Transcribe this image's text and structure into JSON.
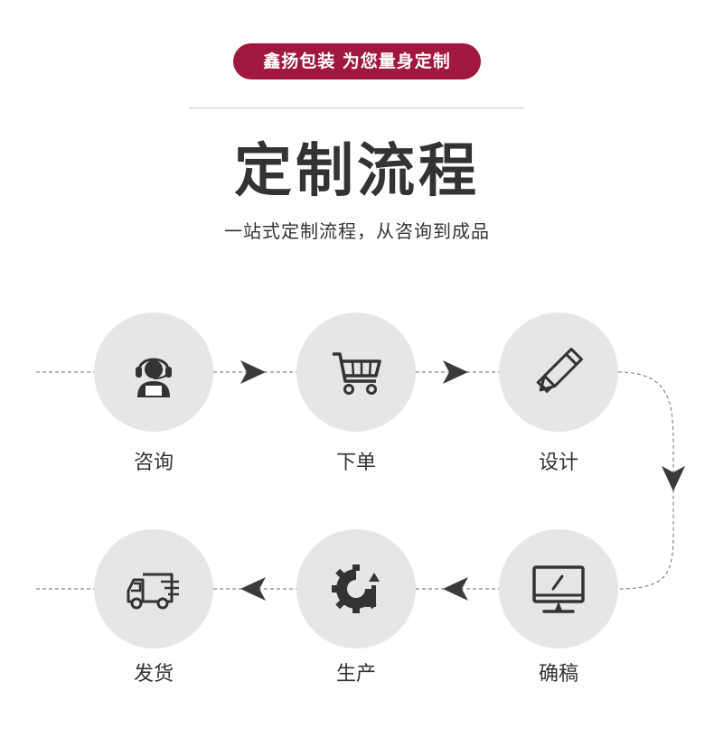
{
  "header": {
    "badge": "鑫扬包装 为您量身定制",
    "title": "定制流程",
    "subtitle": "一站式定制流程，从咨询到成品"
  },
  "steps": [
    {
      "label": "咨询",
      "icon": "customer-service-icon"
    },
    {
      "label": "下单",
      "icon": "shopping-cart-icon"
    },
    {
      "label": "设计",
      "icon": "pencil-ruler-icon"
    },
    {
      "label": "确稿",
      "icon": "monitor-icon"
    },
    {
      "label": "生产",
      "icon": "gear-growth-icon"
    },
    {
      "label": "发货",
      "icon": "delivery-truck-icon"
    }
  ],
  "colors": {
    "accent": "#a0183c",
    "circle": "#e6e6e6",
    "icon": "#333333",
    "line": "#888888"
  }
}
